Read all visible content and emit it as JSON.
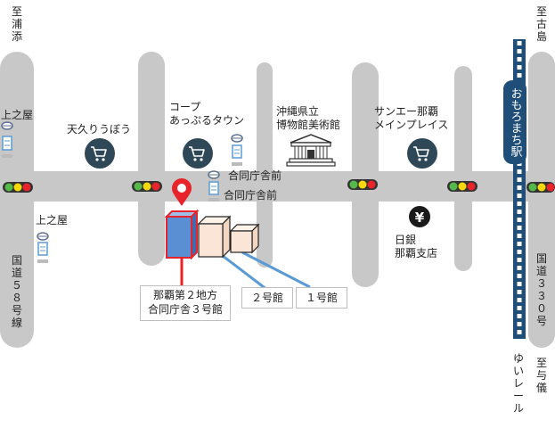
{
  "directions": {
    "urasoe": "至浦添",
    "koza": "至古島",
    "yonabaru": "至与儀"
  },
  "roads": {
    "route58": "国道５８号線",
    "route330": "国道３３０号",
    "yui_rail": "ゆいレール"
  },
  "station": {
    "name": "おもろまち駅"
  },
  "bus_stops": {
    "uenoya_top": "上之屋",
    "uenoya_bottom": "上之屋",
    "gogo_top": "合同庁舎前",
    "gogo_bottom": "合同庁舎前"
  },
  "landmarks": {
    "tenku": "天久りうぼう",
    "coop": [
      "コープ",
      "あっぷるタウン"
    ],
    "museum": [
      "沖縄県立",
      "博物館美術館"
    ],
    "sanei": [
      "サンエー那覇",
      "メインプレイス"
    ],
    "bank": [
      "日銀",
      "那覇支店"
    ]
  },
  "buildings": {
    "main": [
      "那覇第２地方",
      "合同庁舎３号館"
    ],
    "bldg2": "２号館",
    "bldg1": "１号館"
  },
  "icons": {
    "shop": "shopping-cart-icon",
    "museum": "museum-icon",
    "bank": "yen-icon",
    "bus": "bus-stop-icon",
    "signal": "traffic-light-icon",
    "pin": "location-pin-icon"
  },
  "colors": {
    "road": "#c8c8c8",
    "rail": "#1f4e79",
    "highlight": "#e8232a",
    "building_main": "#5b8fd4",
    "building_other": "#fbe5d6",
    "link_line": "#5b9bd5",
    "cart_circle": "#2f4858"
  }
}
